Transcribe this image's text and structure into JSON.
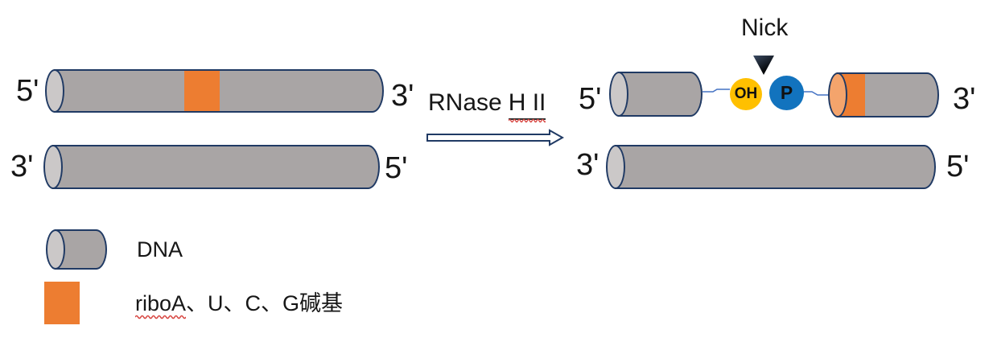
{
  "colors": {
    "dna_gray": "#A9A5A5",
    "dna_cap_gray": "#CBC8C8",
    "outline_navy": "#203A64",
    "ribo_orange": "#ED7D31",
    "ribo_cap_orange": "#F4A46C",
    "oh_yellow": "#FFC000",
    "p_blue": "#1273BE",
    "connector_blue": "#4472C4",
    "squiggle_red": "#D84742",
    "text_black": "#161616"
  },
  "left_duplex": {
    "top_strand": {
      "left_label": "5'",
      "right_label": "3'"
    },
    "bottom_strand": {
      "left_label": "3'",
      "right_label": "5'"
    }
  },
  "reaction": {
    "enzyme_prefix": "RNase",
    "enzyme_suffix": "H II"
  },
  "product_duplex": {
    "nick_label": "Nick",
    "oh_label": "OH",
    "phosphate_label": "P",
    "top_strand": {
      "left_label": "5'",
      "right_label": "3'"
    },
    "bottom_strand": {
      "left_label": "3'",
      "right_label": "5'"
    }
  },
  "legend": {
    "dna_label": "DNA",
    "ribo_prefix": "riboA",
    "ribo_suffix": "、U、C、G碱基"
  }
}
